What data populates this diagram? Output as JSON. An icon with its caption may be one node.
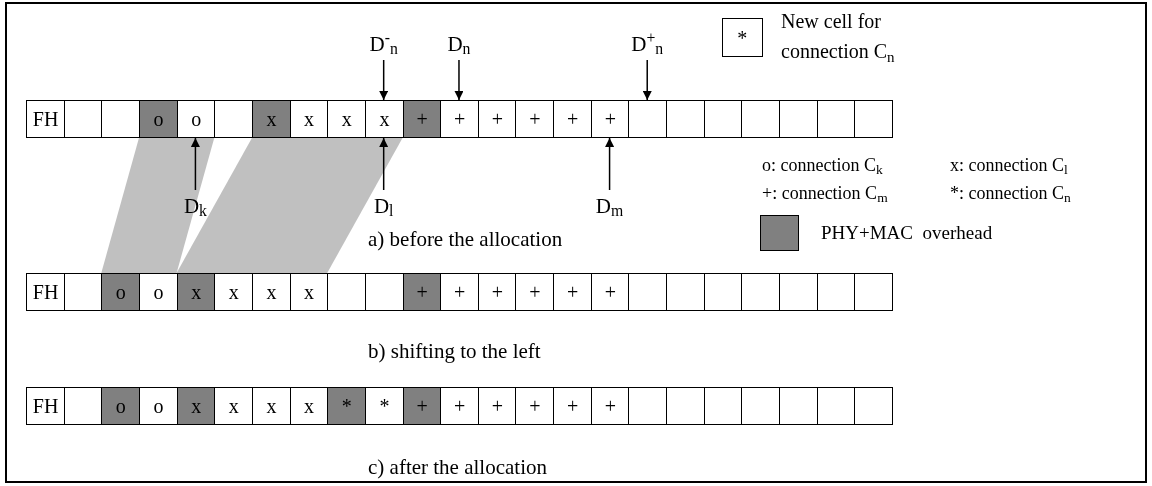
{
  "diagram": {
    "nodes": [
      {
        "text": [
          "D$^{-}$$_{n}$"
        ]
      },
      {
        "text": [
          "D$_{n}$"
        ]
      },
      {
        "text": [
          "D$^{+}$$_{n}$"
        ]
      },
      {
        "text": [
          "*"
        ],
        "beside": [
          "New cell for connection C$_{n}$"
        ]
      },
      {
        "text": [
          "FH"
        ]
      },
      {
        "text": [],
        "shape": "box"
      },
      {
        "text": [],
        "shape": "box"
      },
      {
        "text": [
          "o"
        ]
      },
      {
        "text": [
          "o"
        ]
      },
      {
        "text": [],
        "shape": "box"
      },
      {
        "text": [
          "x"
        ]
      },
      {
        "text": [
          "x"
        ]
      },
      {
        "text": [
          "x"
        ]
      },
      {
        "text": [
          "x"
        ]
      },
      {
        "text": [
          "+"
        ]
      },
      {
        "text": [
          "+"
        ]
      },
      {
        "text": [
          "+"
        ]
      },
      {
        "text": [
          "+"
        ]
      },
      {
        "text": [
          "+"
        ]
      },
      {
        "text": [
          "+"
        ]
      },
      {
        "text": [],
        "shape": "box"
      },
      {
        "text": [],
        "shape": "box"
      },
      {
        "text": [],
        "shape": "box"
      },
      {
        "text": [],
        "shape": "box"
      },
      {
        "text": [],
        "shape": "box"
      },
      {
        "text": [],
        "shape": "box"
      },
      {
        "text": [],
        "shape": "box"
      },
      {
        "text": [
          "D$_{k}$"
        ]
      },
      {
        "text": [
          "D$_{l}$"
        ]
      },
      {
        "text": [
          "D$_{m}$"
        ]
      },
      {
        "text": [
          "FH"
        ]
      },
      {
        "text": [],
        "shape": "box"
      },
      {
        "text": [
          "o"
        ]
      },
      {
        "text": [
          "o"
        ]
      },
      {
        "text": [
          "x"
        ]
      },
      {
        "text": [
          "x"
        ]
      },
      {
        "text": [
          "x"
        ]
      },
      {
        "text": [
          "x"
        ]
      },
      {
        "text": [],
        "shape": "box"
      },
      {
        "text": [],
        "shape": "box"
      },
      {
        "text": [
          "+"
        ]
      },
      {
        "text": [
          "+"
        ]
      },
      {
        "text": [
          "+"
        ]
      },
      {
        "text": [
          "+"
        ]
      },
      {
        "text": [
          "+"
        ]
      },
      {
        "text": [
          "+"
        ]
      },
      {
        "text": [],
        "shape": "box"
      },
      {
        "text": [],
        "shape": "box"
      },
      {
        "text": [],
        "shape": "box"
      },
      {
        "text": [],
        "shape": "box"
      },
      {
        "text": [],
        "shape": "box"
      },
      {
        "text": [],
        "shape": "box"
      },
      {
        "text": [],
        "shape": "box"
      },
      {
        "text": [
          "FH"
        ]
      },
      {
        "text": [],
        "shape": "box"
      },
      {
        "text": [
          "o"
        ]
      },
      {
        "text": [
          "o"
        ]
      },
      {
        "text": [
          "x"
        ]
      },
      {
        "text": [
          "x"
        ]
      },
      {
        "text": [
          "x"
        ]
      },
      {
        "text": [
          "x"
        ]
      },
      {
        "text": [
          "*"
        ]
      },
      {
        "text": [
          "*"
        ]
      },
      {
        "text": [
          "+"
        ]
      },
      {
        "text": [
          "+"
        ]
      },
      {
        "text": [
          "+"
        ]
      },
      {
        "text": [
          "+"
        ]
      },
      {
        "text": [
          "+"
        ]
      },
      {
        "text": [
          "+"
        ]
      },
      {
        "text": [],
        "shape": "box"
      },
      {
        "text": [],
        "shape": "box"
      },
      {
        "text": [],
        "shape": "box"
      },
      {
        "text": [],
        "shape": "box"
      },
      {
        "text": [],
        "shape": "box"
      },
      {
        "text": [],
        "shape": "box"
      },
      {
        "text": [],
        "shape": "box"
      }
    ],
    "edges": [
      {
        "from": 0,
        "to": 13,
        "arrow": "to"
      },
      {
        "from": 1,
        "to": 15,
        "arrow": "to"
      },
      {
        "from": 2,
        "to": 20,
        "arrow": "to"
      },
      {
        "from": 27,
        "to": 8,
        "arrow": "to"
      },
      {
        "from": 28,
        "to": 13,
        "arrow": "to"
      },
      {
        "from": 29,
        "to": 19,
        "arrow": "to"
      }
    ],
    "labels": [
      "o: connection C$_{k}$",
      "x: connection C$_{l}$",
      "+: connection C$_{m}$",
      "*: connection C$_{n}$",
      "a) before the allocation",
      "b) shifting to the left",
      "c) after the allocation"
    ],
    "legend": [
      {
        "text": "PHY+MAC  overhead",
        "color": "#808080"
      }
    ]
  }
}
